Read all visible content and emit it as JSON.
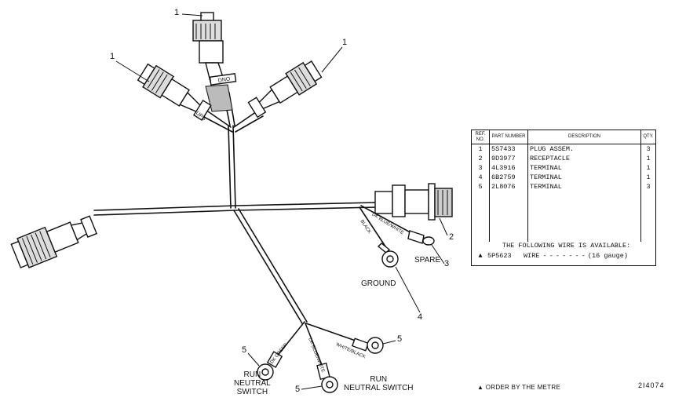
{
  "callouts": {
    "plug_top": "1",
    "plug_left": "1",
    "plug_right": "1",
    "receptacle": "2",
    "spare_terminal": "3",
    "ground_terminal": "4",
    "run_terminal_left": "5",
    "run_terminal_mid": "5",
    "run_terminal_right": "5"
  },
  "labels": {
    "spare": "SPARE",
    "ground": "GROUND",
    "run_neutral_left_1": "RUN",
    "run_neutral_left_2": "NEUTRAL",
    "run_neutral_left_3": "SWITCH",
    "run_neutral_right_1": "RUN",
    "run_neutral_right_2": "NEUTRAL SWITCH"
  },
  "wire_labels": {
    "dk_blue_white": "DK BLUE/WHITE",
    "black": "BLACK",
    "dk_green": "DK GREEN",
    "white_black": "WHITE/BLACK",
    "dk_blue_white_2": "DK BLUE/WHITE"
  },
  "connector_marks": {
    "top": "DNO",
    "left": "UPS"
  },
  "parts_table": {
    "headers": {
      "ref": "REF. NO.",
      "part": "PART NUMBER",
      "desc": "DESCRIPTION",
      "qty": "QTY."
    },
    "rows": [
      {
        "ref": "1",
        "part": "5S7433",
        "desc": "PLUG ASSEM.",
        "qty": "3"
      },
      {
        "ref": "2",
        "part": "9D3977",
        "desc": "RECEPTACLE",
        "qty": "1"
      },
      {
        "ref": "3",
        "part": "4L3916",
        "desc": "TERMINAL",
        "qty": "1"
      },
      {
        "ref": "4",
        "part": "6B2759",
        "desc": "TERMINAL",
        "qty": "1"
      },
      {
        "ref": "5",
        "part": "2L8076",
        "desc": "TERMINAL",
        "qty": "3"
      }
    ],
    "note": "THE FOLLOWING WIRE IS AVAILABLE:",
    "extra_row": {
      "ref": "▲",
      "part": "5P5623",
      "desc": "WIRE",
      "gauge": "(16 gauge)"
    }
  },
  "footnote": "▲ ORDER BY THE METRE",
  "drawing_number": "2I4074"
}
